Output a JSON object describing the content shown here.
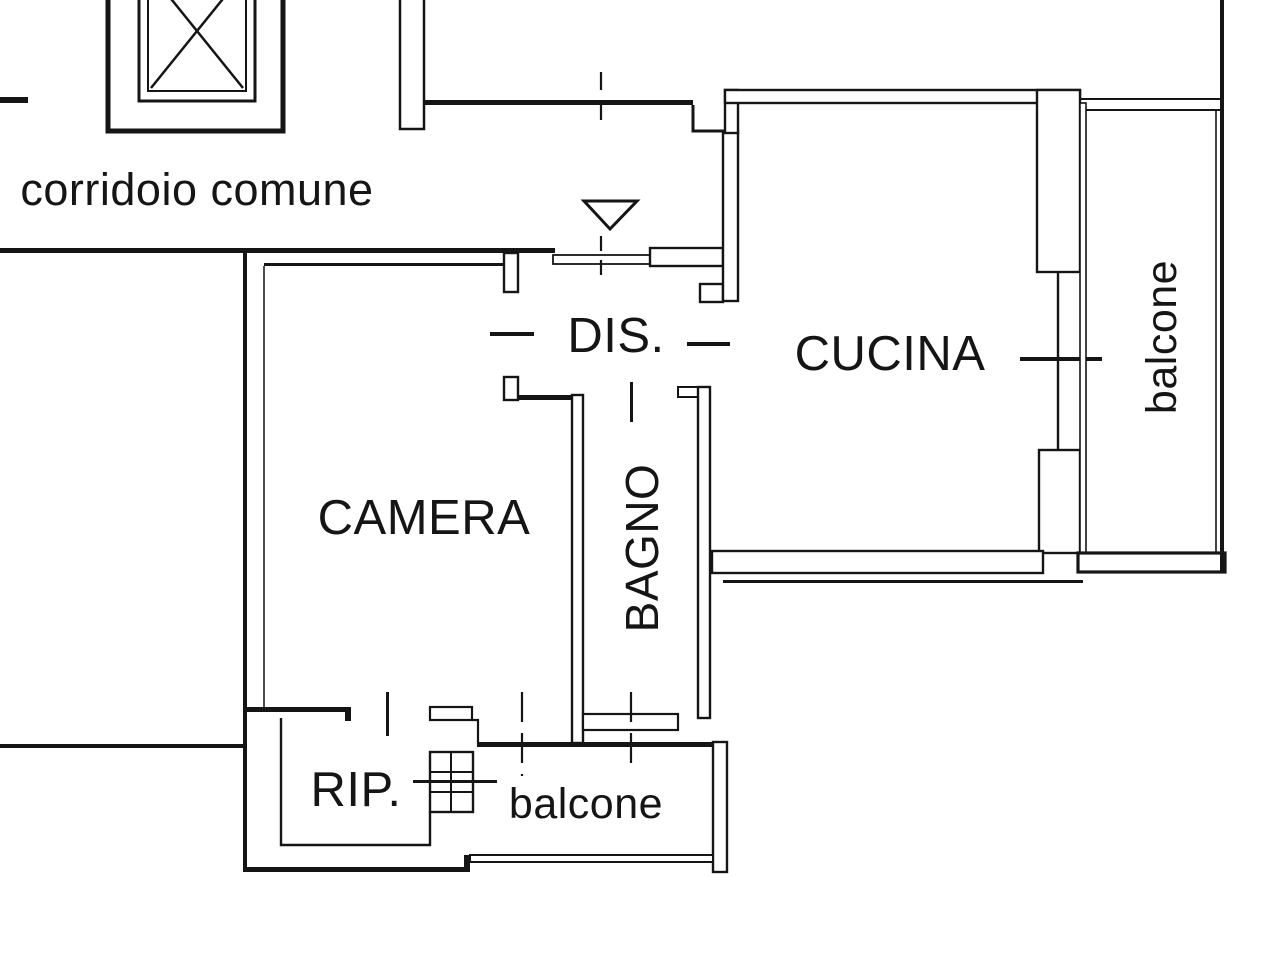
{
  "plan": {
    "labels": {
      "corridor": "corridoio comune",
      "hallway": "DIS.",
      "kitchen": "CUCINA",
      "balcony_right": "balcone",
      "bedroom": "CAMERA",
      "bathroom": "BAGNO",
      "storage": "RIP.",
      "balcony_bottom": "balcone"
    },
    "colors": {
      "line": "#151515",
      "background": "#ffffff"
    }
  }
}
